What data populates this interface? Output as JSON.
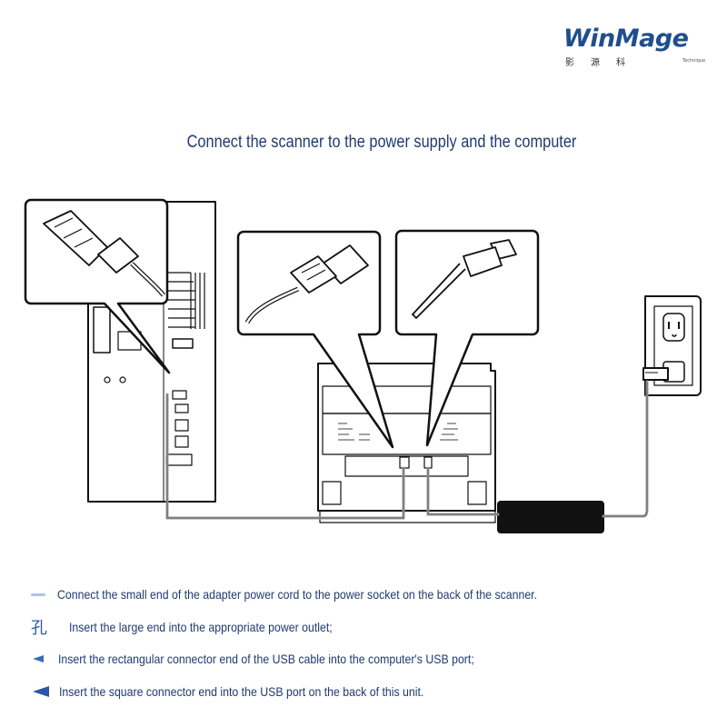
{
  "brand": {
    "name": "WinMage",
    "chinese": [
      "影",
      "源",
      "科"
    ],
    "tagline": "Technique"
  },
  "title": "Connect the scanner to the power supply and the computer",
  "steps": [
    {
      "bullet": "dash",
      "text": "Connect the small end of the adapter power cord to the power socket on the back of the scanner."
    },
    {
      "bullet": "glyph",
      "glyph": "孔",
      "text": "Insert the large end into the appropriate power outlet;"
    },
    {
      "bullet": "arrow",
      "text": "Insert the rectangular connector end of the USB cable into the computer's USB port;"
    },
    {
      "bullet": "arrow-bold",
      "text": "Insert the square connector end into the USB port on the back of this unit."
    }
  ],
  "colors": {
    "brand_blue": "#1f4e8c",
    "text_blue": "#1f3b70",
    "line": "#111111",
    "cable": "#9a9a9a"
  },
  "icons": [
    "usb-a-plug-icon",
    "usb-b-plug-icon",
    "dc-power-plug-icon",
    "wall-outlet-icon",
    "power-adapter-icon"
  ]
}
